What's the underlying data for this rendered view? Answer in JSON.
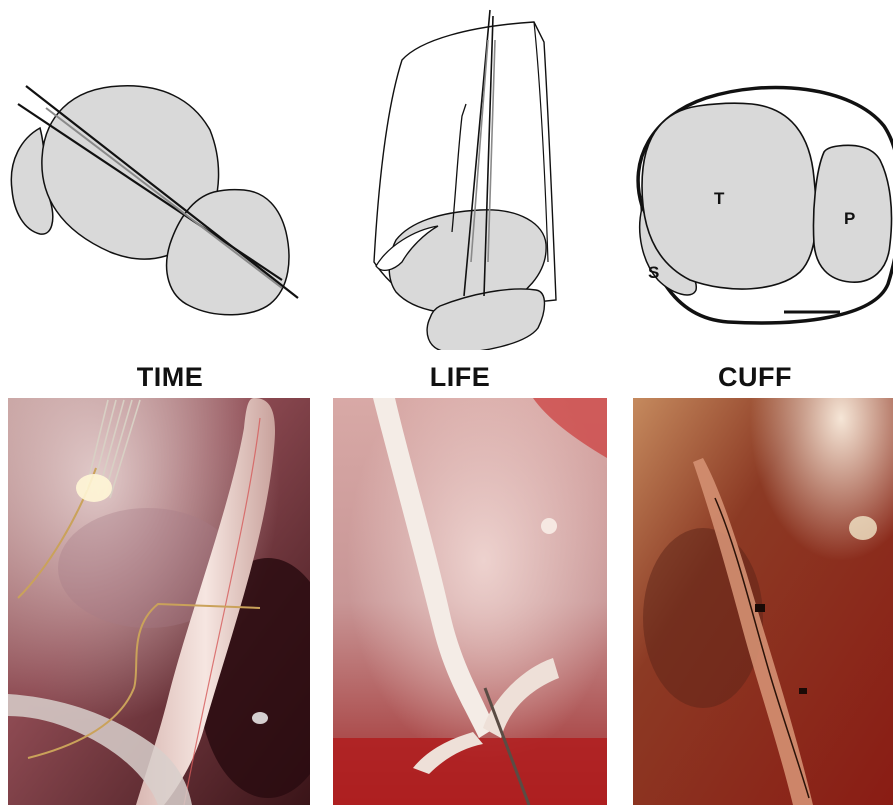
{
  "panels": [
    {
      "id": "time",
      "label": "TIME"
    },
    {
      "id": "life",
      "label": "LIFE"
    },
    {
      "id": "cuff",
      "label": "CUFF",
      "fascicle_labels": [
        "T",
        "P",
        "S"
      ]
    }
  ],
  "colors": {
    "fascicle_fill": "#d9d9d9",
    "outline": "#111111",
    "electrode": "#7a7a7a",
    "tissue_dark": "#6e1d1e",
    "tissue_light": "#c9a9a4",
    "nerve": "#f1dcd6"
  }
}
